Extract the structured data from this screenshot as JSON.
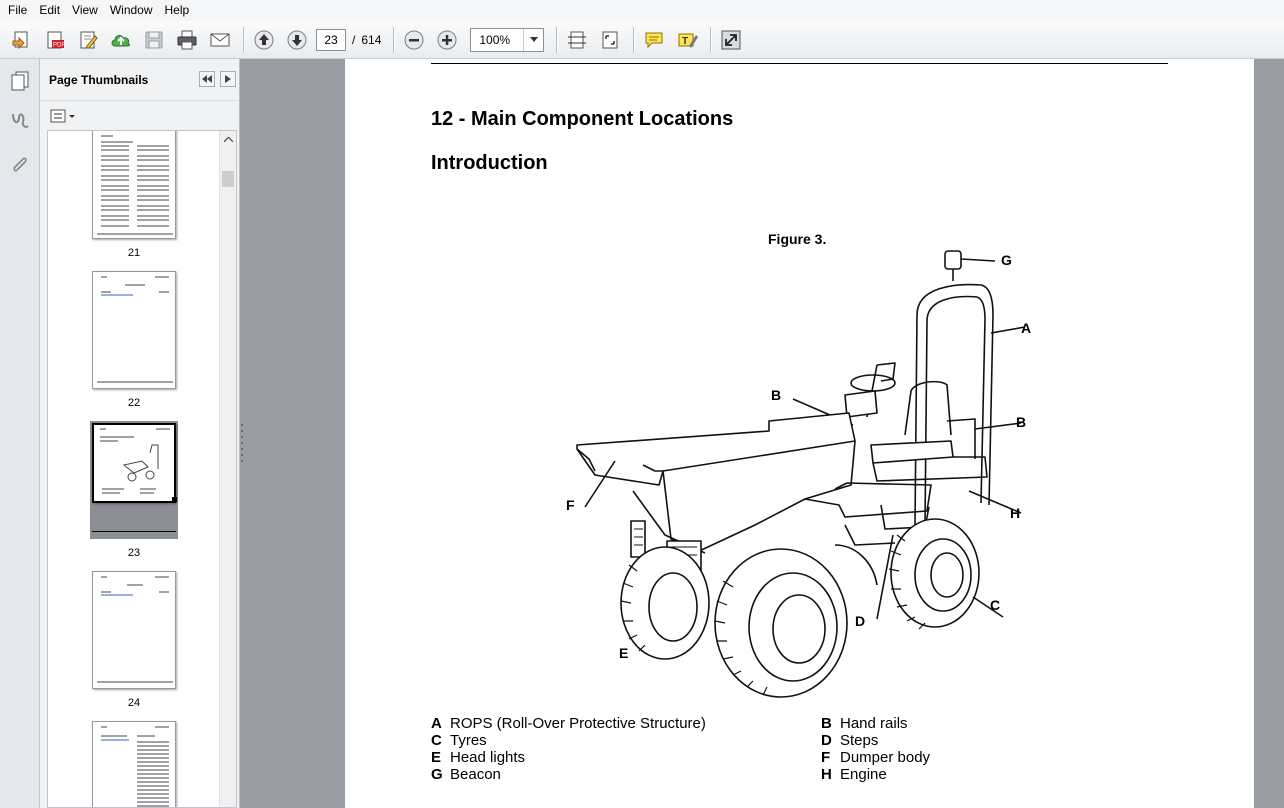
{
  "menu": [
    "File",
    "Edit",
    "View",
    "Window",
    "Help"
  ],
  "toolbar": {
    "current_page": "23",
    "page_separator": "/",
    "total_pages": "614",
    "zoom": "100%"
  },
  "panel": {
    "title": "Page Thumbnails",
    "thumbnails": [
      {
        "label": "21"
      },
      {
        "label": "22"
      },
      {
        "label": "23",
        "selected": true
      },
      {
        "label": "24"
      },
      {
        "label": ""
      }
    ]
  },
  "document": {
    "heading": "12 - Main Component Locations",
    "subheading": "Introduction",
    "figure_caption": "Figure 3.",
    "callouts": {
      "a": "A",
      "b1": "B",
      "b2": "B",
      "c": "C",
      "d": "D",
      "e": "E",
      "f": "F",
      "g": "G",
      "h": "H"
    },
    "legend": [
      {
        "key": "A",
        "text": "ROPS (Roll-Over Protective Structure)"
      },
      {
        "key": "B",
        "text": "Hand rails"
      },
      {
        "key": "C",
        "text": "Tyres"
      },
      {
        "key": "D",
        "text": "Steps"
      },
      {
        "key": "E",
        "text": "Head lights"
      },
      {
        "key": "F",
        "text": "Dumper body"
      },
      {
        "key": "G",
        "text": "Beacon"
      },
      {
        "key": "H",
        "text": "Engine"
      }
    ]
  },
  "colors": {
    "doc_background": "#9a9da2",
    "selected_thumb": "#8c8f93"
  }
}
